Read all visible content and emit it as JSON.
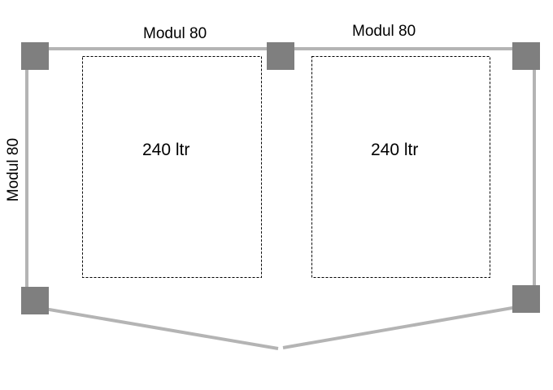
{
  "labels": {
    "module_top_left": "Modul 80",
    "module_top_right": "Modul 80",
    "module_side_left": "Modul 80",
    "bin_left": "240 ltr",
    "bin_right": "240 ltr"
  },
  "colors": {
    "rail": "#b4b4b4",
    "post": "#7f7f7f",
    "outline": "#000000"
  }
}
